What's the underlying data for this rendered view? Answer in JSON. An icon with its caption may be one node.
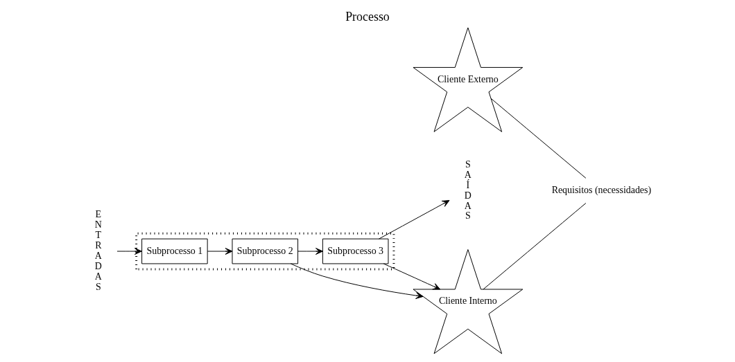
{
  "diagram": {
    "title": "Processo",
    "nodes": [
      {
        "text": [],
        "shape": "box"
      },
      {
        "text": [
          "E N T R A D A S"
        ]
      },
      {
        "text": [
          "Subprocesso 1"
        ],
        "in": 0
      },
      {
        "text": [
          "Subprocesso 2"
        ],
        "in": 0
      },
      {
        "text": [
          "Subprocesso 3"
        ],
        "in": 0
      },
      {
        "text": [
          "S A Í D A S"
        ]
      },
      {
        "text": [
          "Cliente Externo"
        ]
      },
      {
        "text": [
          "Cliente Interno"
        ]
      },
      {
        "text": [
          "Requisitos (necessidades)"
        ]
      }
    ],
    "edges": [
      {
        "from": 1,
        "to": 2,
        "arrow": "to"
      },
      {
        "from": 2,
        "to": 3,
        "arrow": "to"
      },
      {
        "from": 3,
        "to": 4,
        "arrow": "to"
      },
      {
        "from": 4,
        "to": 5,
        "arrow": "to"
      },
      {
        "from": 4,
        "to": 7,
        "arrow": "to"
      },
      {
        "from": 3,
        "to": 7,
        "arrow": "to"
      },
      {
        "from": 7,
        "to": 8,
        "arrow": "none"
      },
      {
        "from": 6,
        "to": 8,
        "arrow": "none"
      }
    ]
  }
}
